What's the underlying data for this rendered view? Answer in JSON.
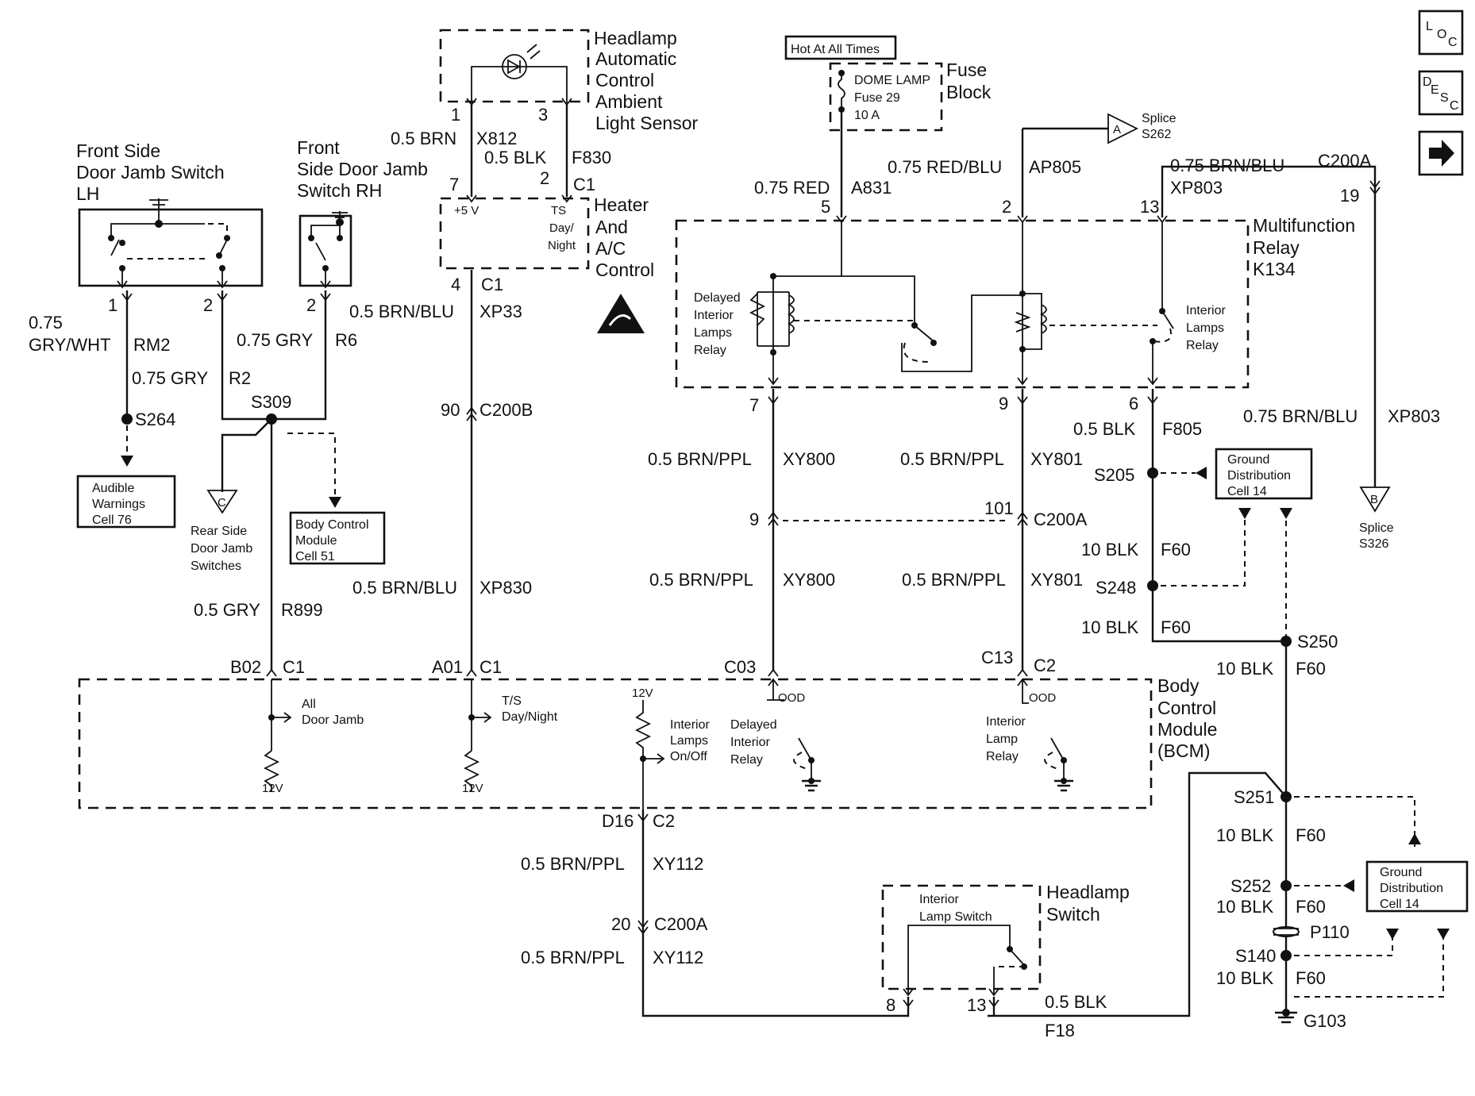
{
  "nav_buttons": {
    "loc": "LOC",
    "desc": "DESC",
    "next": "next-arrow-icon"
  },
  "components": {
    "headlamp_sensor": [
      "Headlamp",
      "Automatic",
      "Control",
      "Ambient",
      "Light Sensor"
    ],
    "hvac": [
      "Heater",
      "And",
      "A/C",
      "Control"
    ],
    "hvac_inner": {
      "v5": "+5 V",
      "ts": [
        "TS",
        "Day/",
        "Night"
      ]
    },
    "fuse_block": [
      "Fuse",
      "Block"
    ],
    "fuse": {
      "hot": "Hot At All Times",
      "lines": [
        "DOME LAMP",
        "Fuse 29",
        "10 A"
      ]
    },
    "relay": [
      "Multifunction",
      "Relay",
      "K134"
    ],
    "relay_inner": {
      "delayed": [
        "Delayed",
        "Interior",
        "Lamps",
        "Relay"
      ],
      "interior": [
        "Interior",
        "Lamps",
        "Relay"
      ]
    },
    "switch_lh": [
      "Front Side",
      "Door Jamb Switch",
      "LH"
    ],
    "switch_rh": [
      "Front",
      "Side Door Jamb",
      "Switch RH"
    ],
    "bcm": [
      "Body",
      "Control",
      "Module",
      "(BCM)"
    ],
    "bcm_inner": {
      "door": [
        "All",
        "Door Jamb"
      ],
      "ts": [
        "T/S",
        "Day/Night"
      ],
      "onoff": [
        "Interior",
        "Lamps",
        "On/Off"
      ],
      "delayed": [
        "Delayed",
        "Interior",
        "Relay"
      ],
      "lamp": [
        "Interior",
        "Lamp",
        "Relay"
      ],
      "ood": "OOD",
      "v12": "12V"
    },
    "headlamp_switch": [
      "Headlamp",
      "Switch"
    ],
    "headlamp_switch_inner": [
      "Interior",
      "Lamp Switch"
    ]
  },
  "refs": {
    "audible": [
      "Audible",
      "Warnings",
      "Cell 76"
    ],
    "bcm51": [
      "Body Control",
      "Module",
      "Cell 51"
    ],
    "ground_top": [
      "Ground",
      "Distribution",
      "Cell 14"
    ],
    "ground_bot": [
      "Ground",
      "Distribution",
      "Cell 14"
    ],
    "rear_door": [
      "Rear Side",
      "Door Jamb",
      "Switches"
    ],
    "splice_a": {
      "letter": "A",
      "lines": [
        "Splice",
        "S262"
      ]
    },
    "splice_b": {
      "letter": "B",
      "lines": [
        "Splice",
        "S326"
      ]
    },
    "splice_c": {
      "letter": "C"
    }
  },
  "wires": {
    "lh_gauge": "0.75",
    "lh_color": "GRY/WHT",
    "lh_circuit": "RM2",
    "r2_label": "0.75 GRY",
    "r2_circuit": "R2",
    "r6_label": "0.75 GRY",
    "r6_circuit": "R6",
    "r899_label": "0.5 GRY",
    "r899_circuit": "R899",
    "x812_label": "0.5 BRN",
    "x812_circuit": "X812",
    "f830_label": "0.5 BLK",
    "f830_circuit": "F830",
    "xp33_label": "0.5 BRN/BLU",
    "xp33_circuit": "XP33",
    "xp830_label": "0.5 BRN/BLU",
    "xp830_circuit": "XP830",
    "a831_label": "0.75 RED",
    "a831_circuit": "A831",
    "ap805_label": "0.75 RED/BLU",
    "ap805_circuit": "AP805",
    "xp803_label": "0.75 BRN/BLU",
    "xp803_circuit": "XP803",
    "xp803b_label": "0.75 BRN/BLU",
    "xp803b_circuit": "XP803",
    "xy800a_label": "0.5 BRN/PPL",
    "xy800a_circuit": "XY800",
    "xy800b_label": "0.5 BRN/PPL",
    "xy800b_circuit": "XY800",
    "xy801a_label": "0.5 BRN/PPL",
    "xy801a_circuit": "XY801",
    "xy801b_label": "0.5 BRN/PPL",
    "xy801b_circuit": "XY801",
    "f805_label": "0.5 BLK",
    "f805_circuit": "F805",
    "f60a_label": "10 BLK",
    "f60a_circuit": "F60",
    "f60b_label": "10 BLK",
    "f60b_circuit": "F60",
    "f60c_label": "10 BLK",
    "f60c_circuit": "F60",
    "f60d_label": "10 BLK",
    "f60d_circuit": "F60",
    "f60e_label": "10 BLK",
    "f60e_circuit": "F60",
    "f60f_label": "10 BLK",
    "f60f_circuit": "F60",
    "xy112a_label": "0.5 BRN/PPL",
    "xy112a_circuit": "XY112",
    "xy112b_label": "0.5 BRN/PPL",
    "xy112b_circuit": "XY112",
    "f18_label": "0.5 BLK",
    "f18_circuit": "F18"
  },
  "splices": {
    "s264": "S264",
    "s309": "S309",
    "s205": "S205",
    "s248": "S248",
    "s250": "S250",
    "s251": "S251",
    "s252": "S252",
    "s140": "S140",
    "p110": "P110",
    "g103": "G103"
  },
  "pins": {
    "lh1": "1",
    "lh2": "2",
    "rh2": "2",
    "sens1": "1",
    "sens3": "3",
    "hvac7": "7",
    "hvac2": "2",
    "hvac_c1": "C1",
    "hvac4": "4",
    "hvac4_c1": "C1",
    "c200b_pin": "90",
    "c200b": "C200B",
    "r5": "5",
    "r2": "2",
    "r13": "13",
    "c200a_top": "C200A",
    "c200a_top_pin": "19",
    "r7": "7",
    "r9": "9",
    "r6": "6",
    "c200a_mid_left": "9",
    "c200a_mid_pin": "101",
    "c200a_mid": "C200A",
    "b02": "B02",
    "b02_c": "C1",
    "a01": "A01",
    "a01_c": "C1",
    "c03": "C03",
    "c13": "C13",
    "c13_c": "C2",
    "d16": "D16",
    "d16_c": "C2",
    "c200a_bot_pin": "20",
    "c200a_bot": "C200A",
    "hs8": "8",
    "hs13": "13"
  }
}
